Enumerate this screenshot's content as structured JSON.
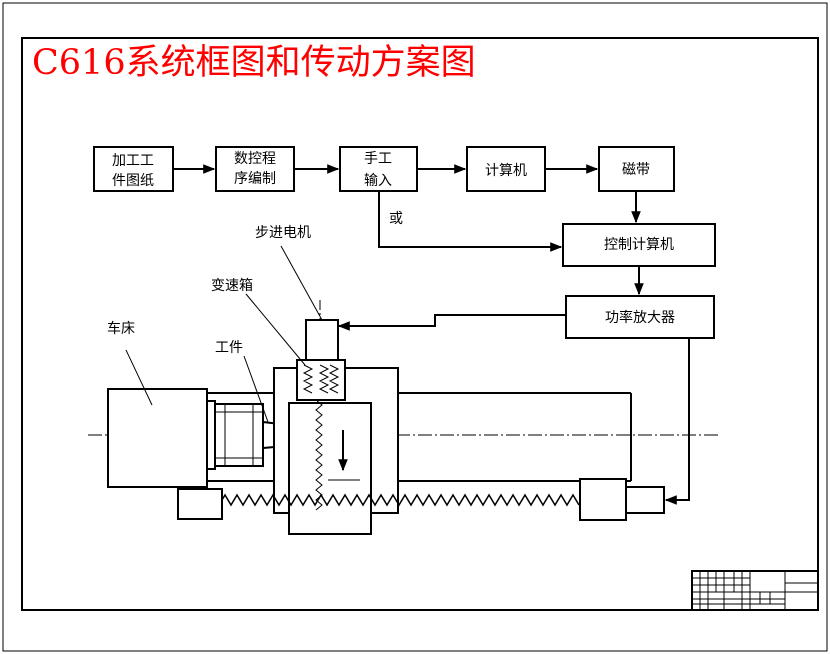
{
  "title": "C616系统框图和传动方案图",
  "colors": {
    "title": "#ff0000",
    "line": "#000000",
    "background": "#ffffff"
  },
  "flow_blocks": {
    "drawing": [
      "加工工",
      "件图纸"
    ],
    "nc_program": [
      "数控程",
      "序编制"
    ],
    "manual_input": [
      "手工",
      "输入"
    ],
    "computer": "计算机",
    "tape": "磁带",
    "control_computer": "控制计算机",
    "power_amp": "功率放大器"
  },
  "or_label": "或",
  "labels": {
    "stepper_motor": "步进电机",
    "gearbox": "变速箱",
    "workpiece": "工件",
    "lathe": "车床"
  }
}
